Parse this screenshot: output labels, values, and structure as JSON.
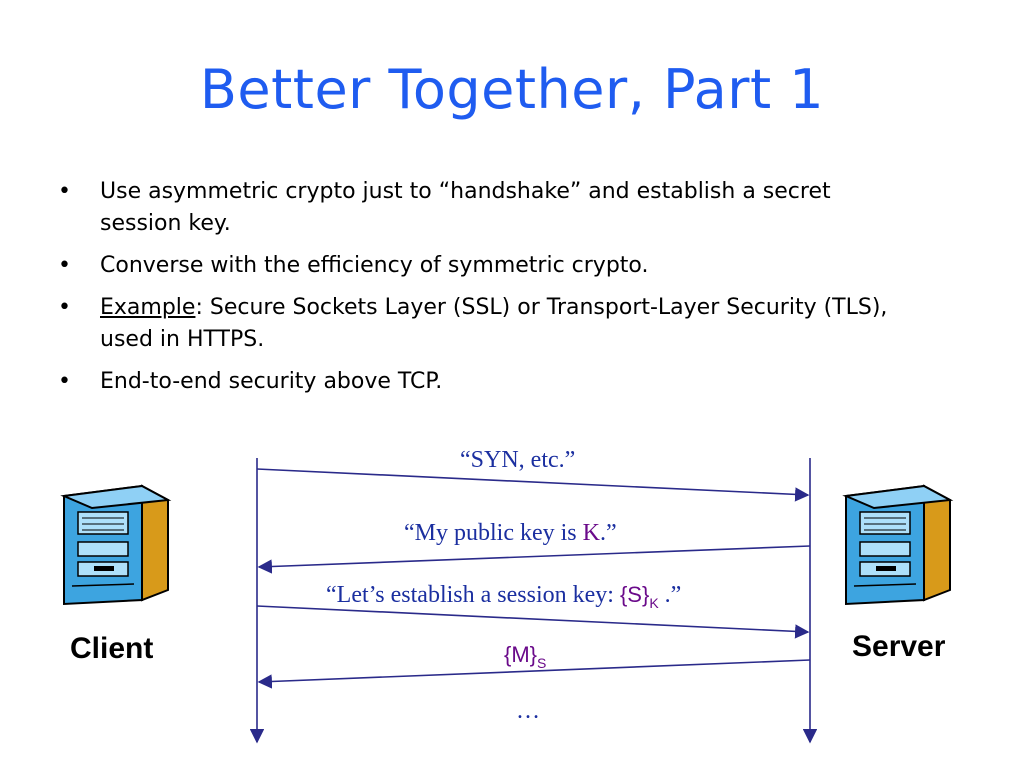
{
  "slide": {
    "title": "Better Together, Part 1"
  },
  "bullets": [
    {
      "text": "Use asymmetric crypto just to “handshake” and establish a secret session key."
    },
    {
      "text": "Converse with the efficiency of symmetric crypto."
    },
    {
      "prefix": "Example",
      "text": ": Secure Sockets Layer (SSL) or Transport-Layer Security (TLS), used in HTTPS."
    },
    {
      "text": "End-to-end security above TCP."
    }
  ],
  "bullet_glyph": "•",
  "diagram": {
    "client_label": "Client",
    "server_label": "Server",
    "messages": [
      {
        "text": "“SYN, etc.”"
      },
      {
        "pre": "“My public key is ",
        "key": "K",
        "post": ".”"
      },
      {
        "pre": "“Let’s establish a session key: ",
        "sym": "{S}",
        "sub": "K",
        "post": " .”"
      },
      {
        "sym": "{M}",
        "sub": "S"
      },
      {
        "text": "…"
      }
    ],
    "colors": {
      "arrow": "#2a2a8a",
      "message_text": "#1b2fa0",
      "key_text": "#6a0a8a",
      "computer_body": "#3da4e0",
      "computer_side": "#d89a1a"
    }
  }
}
